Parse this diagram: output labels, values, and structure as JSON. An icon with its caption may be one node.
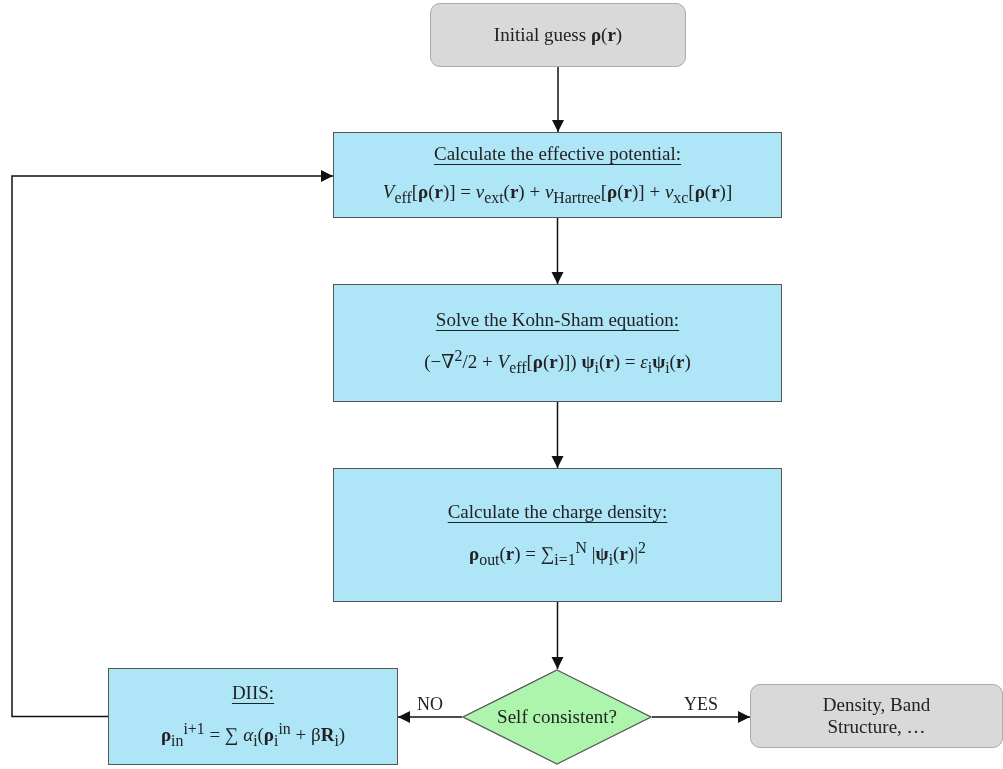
{
  "diagram": {
    "nodes": [
      {
        "text": [
          "Initial guess **ρ**(**r**)"
        ]
      },
      {
        "text": [
          "Calculate the effective potential:",
          "*V*$_{eff}$[**ρ**(**r**)] = *v*$_{ext}$(**r**) + *v*$_{Hartree}$[**ρ**(**r**)] + *v*$_{xc}$[**ρ**(**r**)]"
        ]
      },
      {
        "text": [
          "Solve the Kohn-Sham equation:",
          "(−∇$^{2}$/2 + *V*$_{eff}$[**ρ**(**r**)]) **ψ**$_{i}$(**r**) = *ε*$_{i}$**ψ**$_{i}$(**r**)"
        ]
      },
      {
        "text": [
          "Calculate the charge density:",
          "**ρ**$_{out}$(**r**) = ∑$_{i=1}$$^{N}$ |**ψ**$_{i}$(**r**)|$^{2}$"
        ]
      },
      {
        "text": [
          "Self consistent?"
        ]
      },
      {
        "text": [
          "DIIS:",
          "**ρ**$_{in}$$^{i+1}$ = ∑ *α*$_{i}$(**ρ**$_{i}$$^{in}$ + β**R**$_{i}$)"
        ]
      },
      {
        "text": [
          "Density, Band Structure, …"
        ]
      }
    ],
    "edges": [
      {
        "from": 0,
        "to": 1,
        "arrow": "to"
      },
      {
        "from": 1,
        "to": 2,
        "arrow": "to"
      },
      {
        "from": 2,
        "to": 3,
        "arrow": "to"
      },
      {
        "from": 3,
        "to": 4,
        "arrow": "to"
      },
      {
        "from": 4,
        "to": 5,
        "arrow": "to",
        "label": "NO"
      },
      {
        "from": 4,
        "to": 6,
        "arrow": "to",
        "label": "YES"
      },
      {
        "from": 5,
        "to": 1,
        "arrow": "to"
      }
    ]
  }
}
